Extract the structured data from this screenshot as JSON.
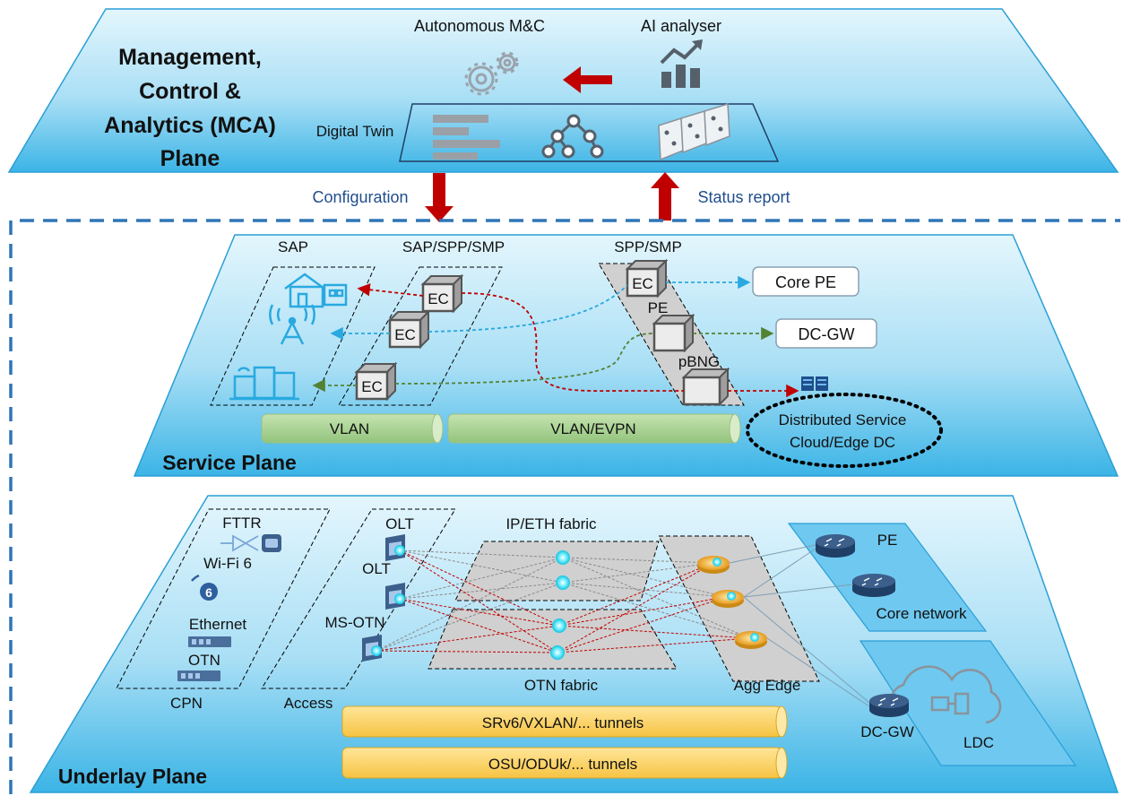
{
  "colors": {
    "plane_light": "#d6f0fb",
    "plane_dark": "#3bb4e6",
    "plane_edge": "#2a9fd6",
    "arrow_red": "#c00000",
    "dashed_blue": "#2e75b6",
    "cyan_dot": "#19d3e6",
    "tunnel_green": "#a9d18e",
    "tunnel_yellow": "#ffd966",
    "fabric_gray": "#d0d0d0",
    "router_orange": "#f4b942"
  },
  "mca_plane": {
    "title_line1": "Management,",
    "title_line2": "Control &",
    "title_line3": "Analytics (MCA)",
    "title_line4": "Plane",
    "autonomous_label": "Autonomous M&C",
    "ai_label": "AI analyser",
    "digital_twin_label": "Digital Twin",
    "icons": [
      "gears-icon",
      "bar-chart-trend-icon",
      "list-bars-icon",
      "tree-icon",
      "topology-cards-icon"
    ]
  },
  "interplane": {
    "config_label": "Configuration",
    "status_label": "Status report"
  },
  "service_plane": {
    "title": "Service Plane",
    "sap_label": "SAP",
    "sap_spp_smp_label": "SAP/SPP/SMP",
    "spp_smp_label": "SPP/SMP",
    "ec_label": "EC",
    "pe_label": "PE",
    "pbng_label": "pBNG",
    "core_pe_label": "Core PE",
    "dcgw_label": "DC-GW",
    "vlan_label": "VLAN",
    "vlan_evpn_label": "VLAN/EVPN",
    "dc_line1": "Distributed Service",
    "dc_line2": "Cloud/Edge DC",
    "icons": [
      "home-icon",
      "cell-tower-icon",
      "enterprise-building-icon",
      "server-rack-icon"
    ]
  },
  "underlay_plane": {
    "title": "Underlay Plane",
    "fttr_label": "FTTR",
    "wifi6_label": "Wi-Fi 6",
    "ethernet_label": "Ethernet",
    "otn_label": "OTN",
    "cpn_label": "CPN",
    "olt_label_1": "OLT",
    "olt_label_2": "OLT",
    "msotn_label": "MS-OTN",
    "access_label": "Access",
    "ip_fabric_label": "IP/ETH fabric",
    "otn_fabric_label": "OTN fabric",
    "agg_edge_label": "Agg Edge",
    "pe_label": "PE",
    "core_network_label": "Core network",
    "dcgw_label": "DC-GW",
    "ldc_label": "LDC",
    "tunnel1_label": "SRv6/VXLAN/... tunnels",
    "tunnel2_label": "OSU/ODUk/... tunnels",
    "icons": [
      "splitter-icon",
      "ont-icon",
      "wifi6-icon",
      "ethernet-device-icon",
      "otn-device-icon",
      "olt-icon",
      "router-icon",
      "cloud-icon"
    ]
  }
}
